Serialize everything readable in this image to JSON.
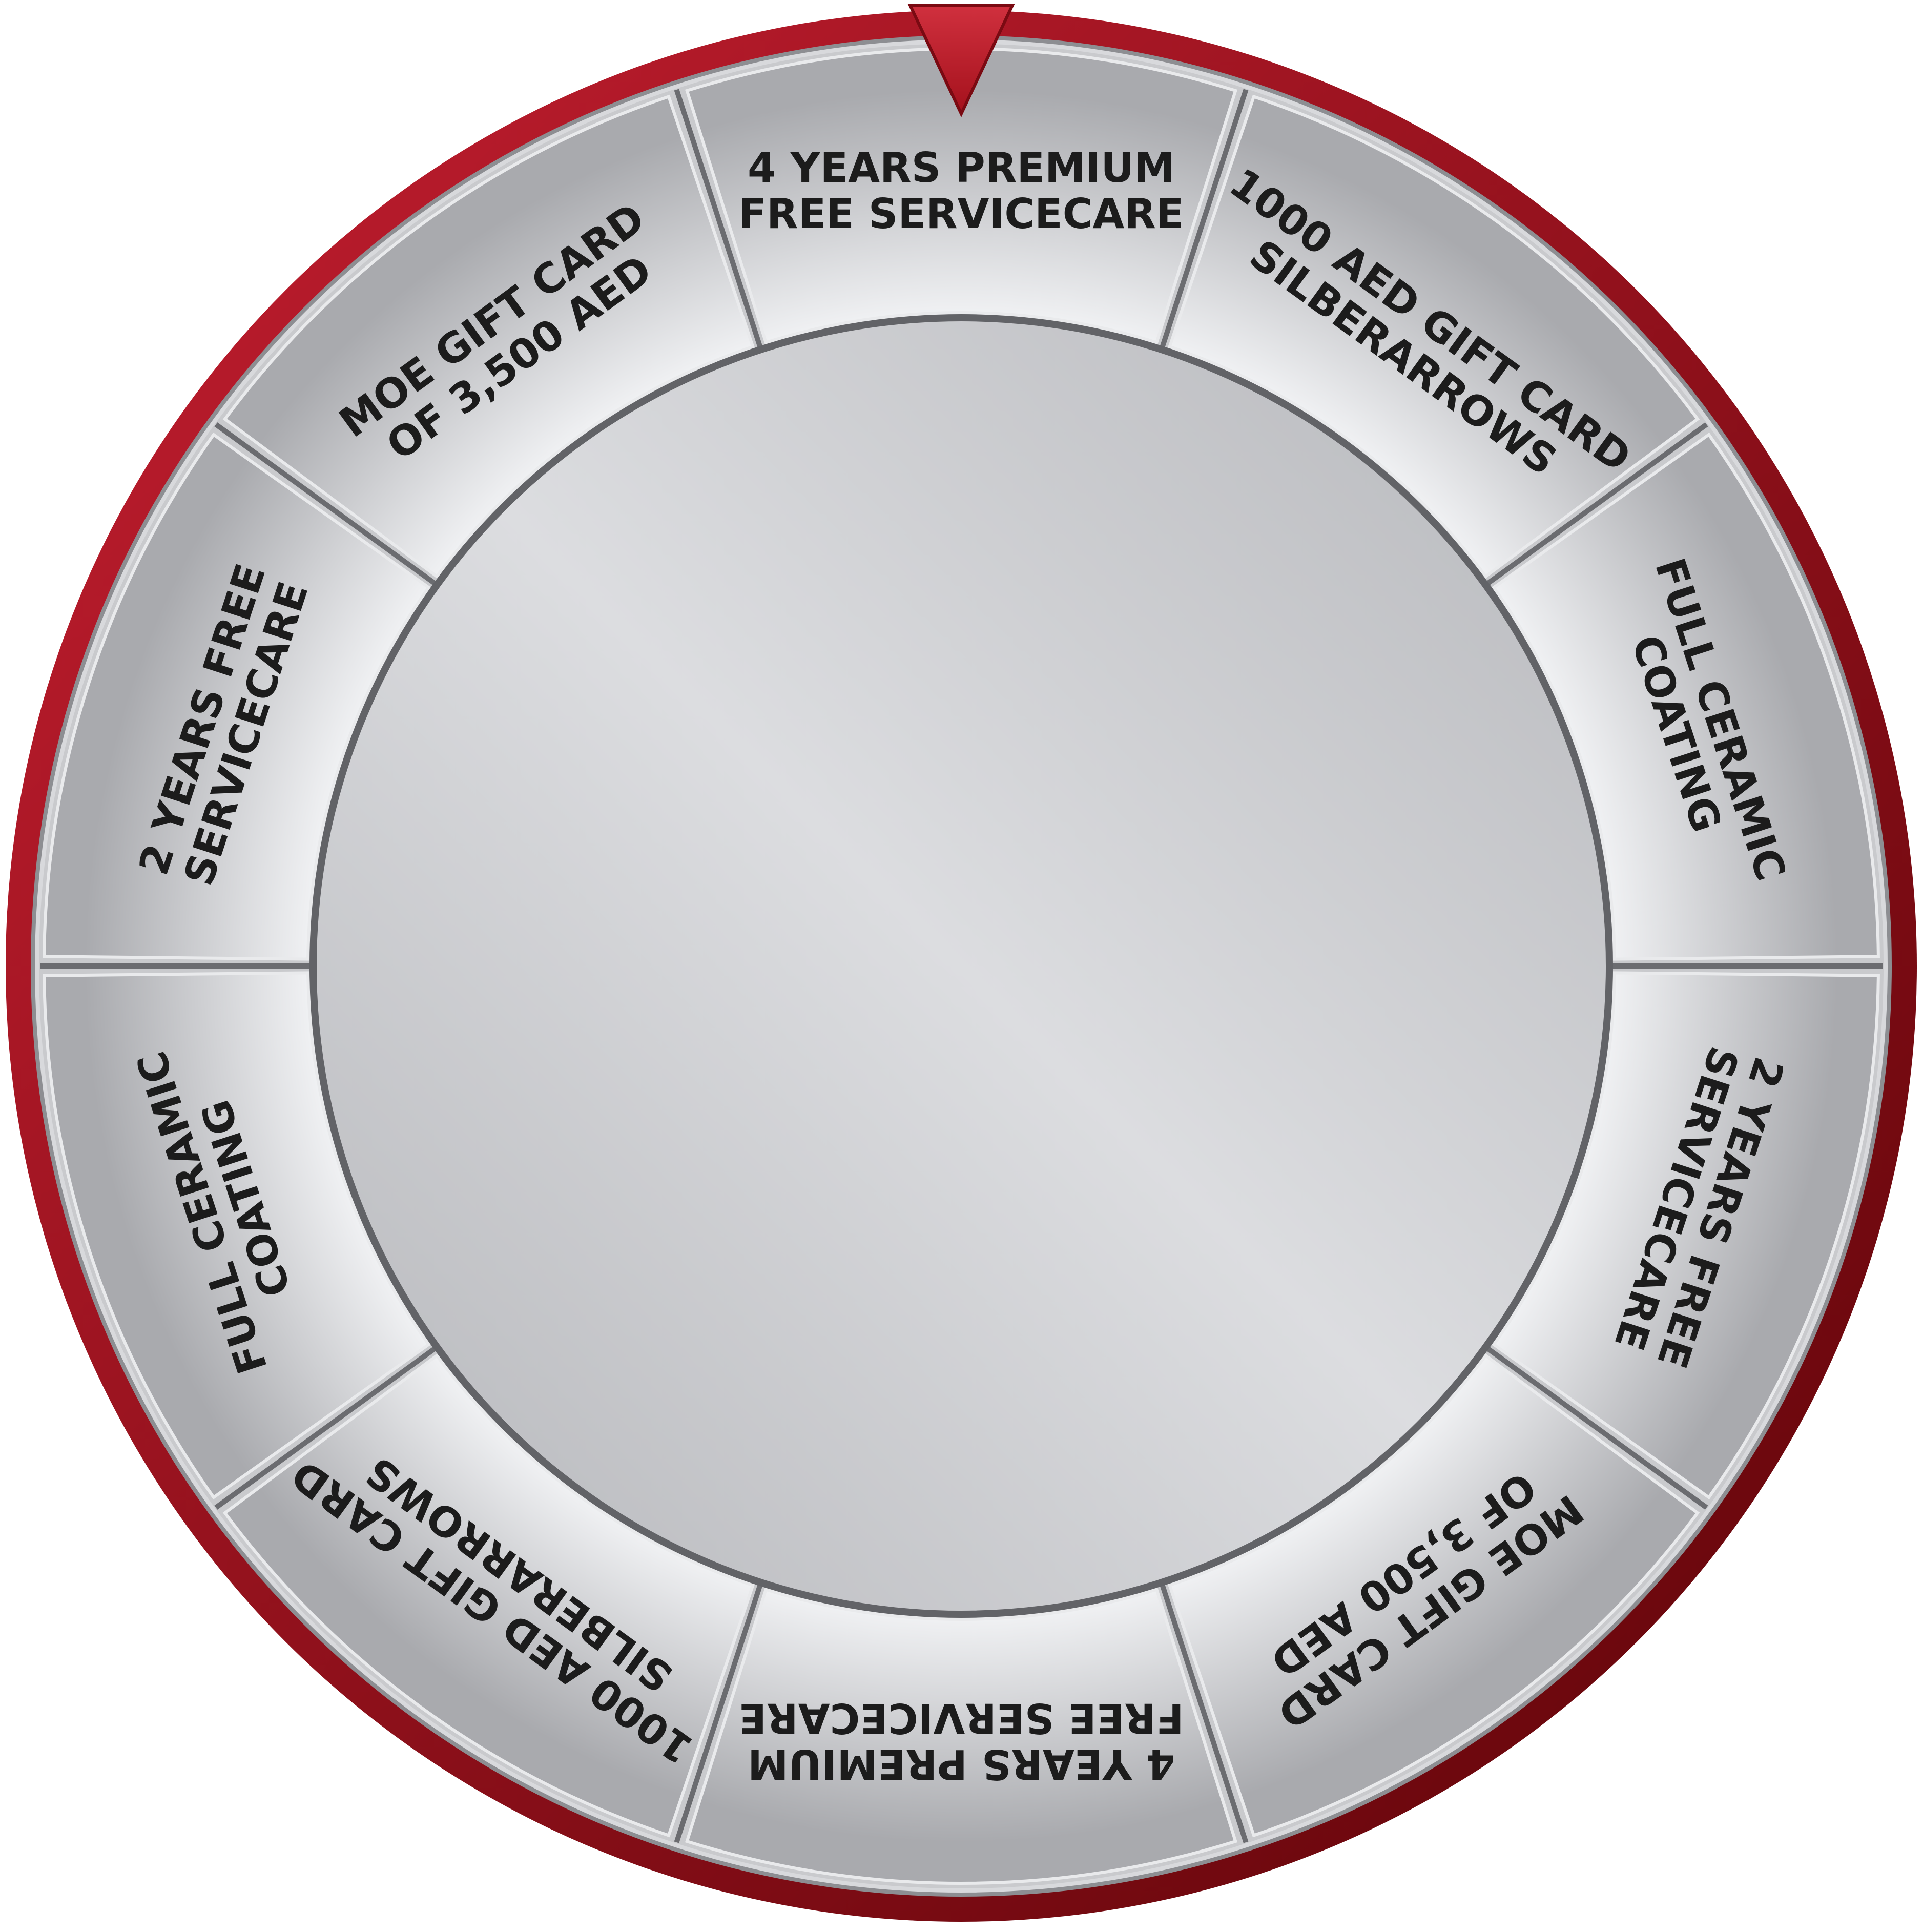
{
  "colors": {
    "rim_light": "#c41e30",
    "rim_dark": "#5e0408",
    "segment_light": "#f2f3f5",
    "segment_dark": "#a9aaae",
    "hub_light": "#dcdde0",
    "hub_dark": "#b4b5b9",
    "divider": "#6b6c70",
    "label": "#1c1c1c",
    "pointer": "#a4111c"
  },
  "pointer": {
    "icon": "triangle-pointer-down-icon"
  },
  "segments": [
    {
      "line1": "4 YEARS PREMIUM",
      "line2": "FREE SERVICECARE"
    },
    {
      "line1": "1000 AED GIFT CARD",
      "line2": "SILBERARROWS"
    },
    {
      "line1": "FULL CERAMIC",
      "line2": "COATING"
    },
    {
      "line1": "2 YEARS FREE",
      "line2": "SERVICECARE"
    },
    {
      "line1": "MOE GIFT CARD",
      "line2": "OF 3,500 AED"
    },
    {
      "line1": "4 YEARS PREMIUM",
      "line2": "FREE SERVICECARE"
    },
    {
      "line1": "1000 AED GIFT CARD",
      "line2": "SILBERARROWS"
    },
    {
      "line1": "FULL CERAMIC",
      "line2": "COATING"
    },
    {
      "line1": "2 YEARS FREE",
      "line2": "SERVICECARE"
    },
    {
      "line1": "MOE GIFT CARD",
      "line2": "OF 3,500 AED"
    }
  ]
}
